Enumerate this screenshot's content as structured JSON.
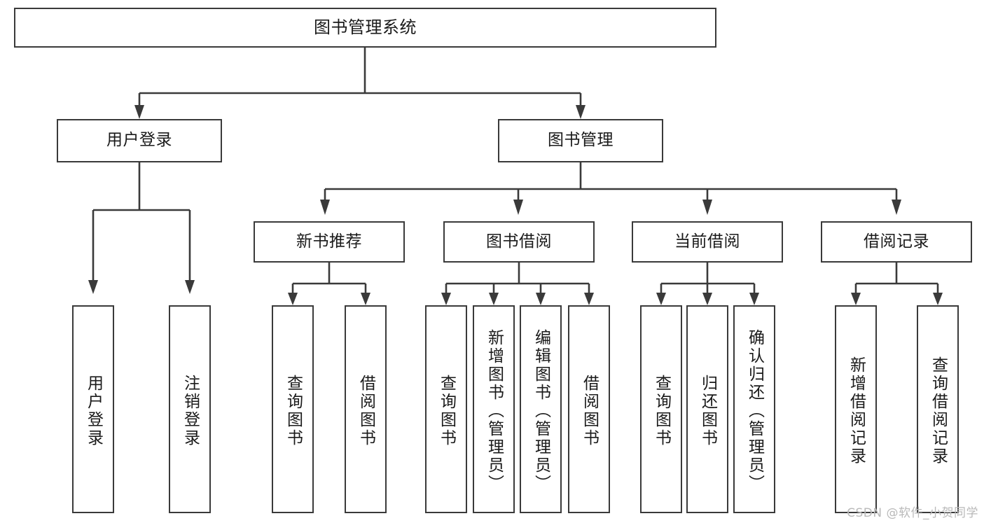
{
  "diagram": {
    "type": "tree-hierarchy",
    "title_node": {
      "label": "图书管理系统"
    },
    "level2": [
      {
        "id": "user-login",
        "label": "用户登录"
      },
      {
        "id": "book-management",
        "label": "图书管理"
      }
    ],
    "level3": [
      {
        "id": "new-book-recommend",
        "label": "新书推荐"
      },
      {
        "id": "book-borrow",
        "label": "图书借阅"
      },
      {
        "id": "current-borrow",
        "label": "当前借阅"
      },
      {
        "id": "borrow-record",
        "label": "借阅记录"
      }
    ],
    "leaves": {
      "user_login": [
        {
          "id": "leaf-user-login",
          "label": "用户登录"
        },
        {
          "id": "leaf-logout-login",
          "label": "注销登录"
        }
      ],
      "new_book_recommend": [
        {
          "id": "leaf-query-book-1",
          "label": "查询图书"
        },
        {
          "id": "leaf-borrow-book-1",
          "label": "借阅图书"
        }
      ],
      "book_borrow": [
        {
          "id": "leaf-query-book-2",
          "label": "查询图书"
        },
        {
          "id": "leaf-add-book",
          "label": "新增图书（管理员）"
        },
        {
          "id": "leaf-edit-book",
          "label": "编辑图书（管理员）"
        },
        {
          "id": "leaf-borrow-book-2",
          "label": "借阅图书"
        }
      ],
      "current_borrow": [
        {
          "id": "leaf-query-book-3",
          "label": "查询图书"
        },
        {
          "id": "leaf-return-book",
          "label": "归还图书"
        },
        {
          "id": "leaf-confirm-return",
          "label": "确认归还（管理员）"
        }
      ],
      "borrow_record": [
        {
          "id": "leaf-add-borrow-record",
          "label": "新增借阅记录"
        },
        {
          "id": "leaf-query-borrow-record",
          "label": "查询借阅记录"
        }
      ]
    },
    "colors": {
      "stroke": "#3a3a3a",
      "fill": "#ffffff",
      "text": "#1a1a1a",
      "watermark": "#b9b9b9"
    }
  },
  "watermark": {
    "text": "CSDN @软件_小贺同学"
  }
}
